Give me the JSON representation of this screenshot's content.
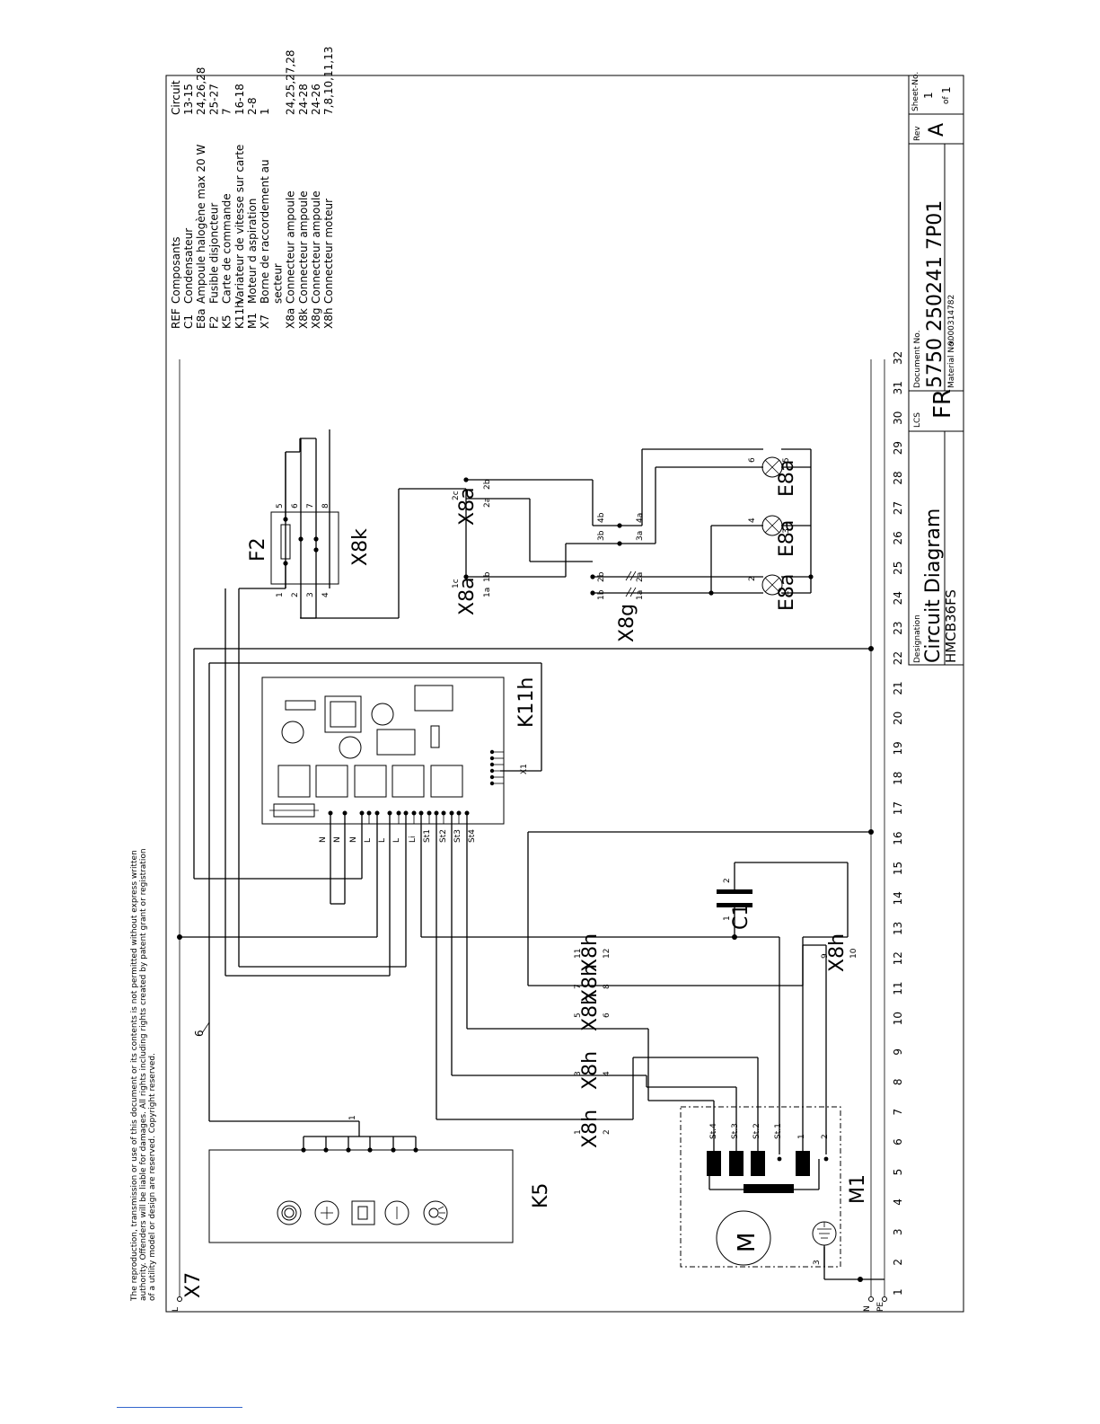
{
  "copyright": {
    "line1": "The reproduction, transmission or use of this document or its contents is not permitted without express written",
    "line2": "authority. Offenders will be liable for damages. All rights including rights created by patent grant or registration",
    "line3": "of a utility model or design are reserved. Copyright reserved."
  },
  "components_table": {
    "header": {
      "ref": "REF",
      "name": "Composants",
      "circuit": "Circuit"
    },
    "rows": [
      {
        "ref": "C1",
        "name": "Condensateur",
        "circuit": "13-15"
      },
      {
        "ref": "E8a",
        "name": "Ampoule halogène max 20 W",
        "circuit": "24,26,28"
      },
      {
        "ref": "F2",
        "name": "Fusible disjoncteur",
        "circuit": "25-27"
      },
      {
        "ref": "K5",
        "name": "Carte de commande",
        "circuit": "7"
      },
      {
        "ref": "K11h",
        "name": "Variateur de vitesse sur carte",
        "circuit": "16-18"
      },
      {
        "ref": "M1",
        "name": "Moteur d aspiration",
        "circuit": "2-8"
      },
      {
        "ref": "X7",
        "name": "Borne de raccordement au",
        "circuit": "1"
      },
      {
        "ref": "",
        "name": "secteur",
        "circuit": ""
      },
      {
        "ref": "X8a",
        "name": "Connecteur ampoule",
        "circuit": "24,25,27,28"
      },
      {
        "ref": "X8k",
        "name": "Connecteur ampoule",
        "circuit": "24-28"
      },
      {
        "ref": "X8g",
        "name": "Connecteur ampoule",
        "circuit": "24-26"
      },
      {
        "ref": "X8h",
        "name": "Connecteur moteur",
        "circuit": "7,8,10,11,13"
      }
    ]
  },
  "title_block": {
    "designation_label": "Designation",
    "designation": "Circuit Diagram",
    "model": "HMCB36FS",
    "lcs_label": "LCS",
    "lcs": "FR",
    "docno_label": "Document No.",
    "docno": "5750 250241 7P01",
    "material_label": "Material No.",
    "material": "9000314782",
    "rev_label": "Rev",
    "rev": "A",
    "sheet_label": "Sheet-No.",
    "sheet": "1",
    "of_label": "of",
    "of": "1"
  },
  "grid_numbers": [
    "1",
    "2",
    "3",
    "4",
    "5",
    "6",
    "7",
    "8",
    "9",
    "10",
    "11",
    "12",
    "13",
    "14",
    "15",
    "16",
    "17",
    "18",
    "19",
    "20",
    "21",
    "22",
    "23",
    "24",
    "25",
    "26",
    "27",
    "28",
    "29",
    "30",
    "31",
    "32"
  ],
  "rails": {
    "L": "L",
    "N": "N",
    "PE": "PE"
  },
  "labels": {
    "x7": "X7",
    "k5": "K5",
    "k11h": "K11h",
    "m1": "M1",
    "c1": "C1",
    "f2": "F2",
    "x8k": "X8k",
    "x8g": "X8g",
    "x8a": "X8a",
    "x8h": "X8h",
    "e8a": "E8a",
    "x1": "X1",
    "wire6": "6",
    "m_letter": "M"
  },
  "k11h_pins": [
    "N",
    "N",
    "N",
    "L",
    "L",
    "L",
    "Li",
    "St1",
    "St2",
    "St3",
    "St4"
  ],
  "motor_pins": [
    "St.4",
    "St.3",
    "St.2",
    "St.1",
    "1",
    "2"
  ],
  "x8h_pins": [
    "1",
    "2",
    "3",
    "4",
    "5",
    "6",
    "7",
    "8",
    "11",
    "12",
    "9",
    "10"
  ],
  "f2_pins": [
    "1",
    "2",
    "3",
    "4",
    "5",
    "6",
    "7",
    "8"
  ],
  "small_pins": {
    "c1_1": "1",
    "c1_2": "2",
    "x8a_1c": "1c",
    "x8a_1b": "1b",
    "x8a_1a": "1a",
    "x8a_2c": "2c",
    "x8a_2b": "2b",
    "x8a_2a": "2a",
    "x8g_1b": "1b",
    "x8g_2b": "2b",
    "x8g_1a": "1a",
    "x8g_2a": "2a",
    "x8g_3b": "3b",
    "x8g_4b": "4b",
    "x8g_3a": "3a",
    "x8g_4a": "4a",
    "lamp1_a": "2",
    "lamp1_b": "1",
    "lamp2_a": "4",
    "lamp2_b": "3",
    "lamp3_a": "6",
    "lamp3_b": "5",
    "k5_1": "1",
    "pe_3": "3"
  }
}
